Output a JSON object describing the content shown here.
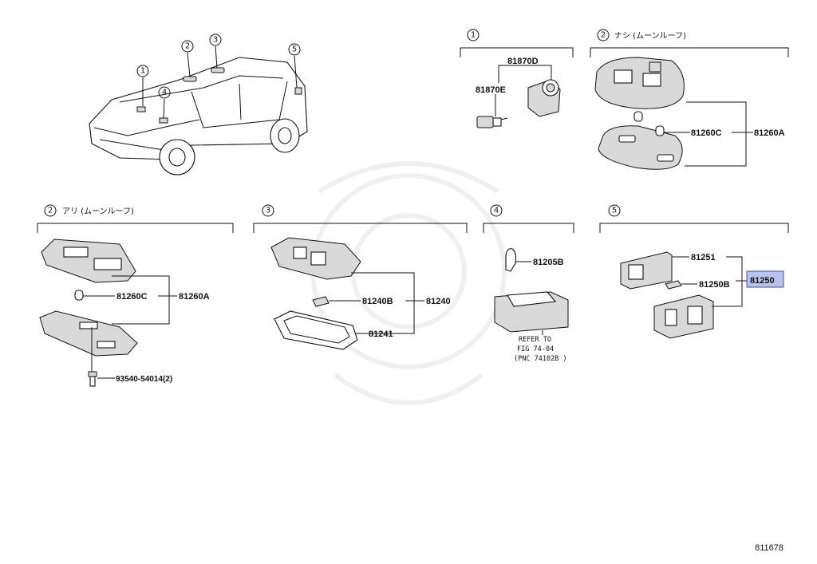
{
  "sections": {
    "s1": {
      "num": "1"
    },
    "s2a": {
      "num": "2",
      "text": "ナシ (ムーンルーフ)"
    },
    "s2b": {
      "num": "2",
      "text": "アリ (ムーンルーフ)"
    },
    "s3": {
      "num": "3"
    },
    "s4": {
      "num": "4"
    },
    "s5": {
      "num": "5"
    }
  },
  "car_callouts": [
    "1",
    "2",
    "3",
    "4",
    "5"
  ],
  "parts": {
    "p81870D": "81870D",
    "p81870E": "81870E",
    "p81260C_a": "81260C",
    "p81260A_a": "81260A",
    "p81260C_b": "81260C",
    "p81260A_b": "81260A",
    "p93540": "93540-54014(2)",
    "p81240B": "81240B",
    "p81240": "81240",
    "p81241": "81241",
    "p81205B": "81205B",
    "p81251": "81251",
    "p81250B": "81250B",
    "p81250": "81250"
  },
  "refer": {
    "line1": "REFER TO",
    "line2": "FIG 74-04",
    "line3": "(PNC 74102B )"
  },
  "footer_code": "811678",
  "colors": {
    "highlight_fill": "#b9c4ee",
    "highlight_stroke": "#3a4fb4"
  }
}
